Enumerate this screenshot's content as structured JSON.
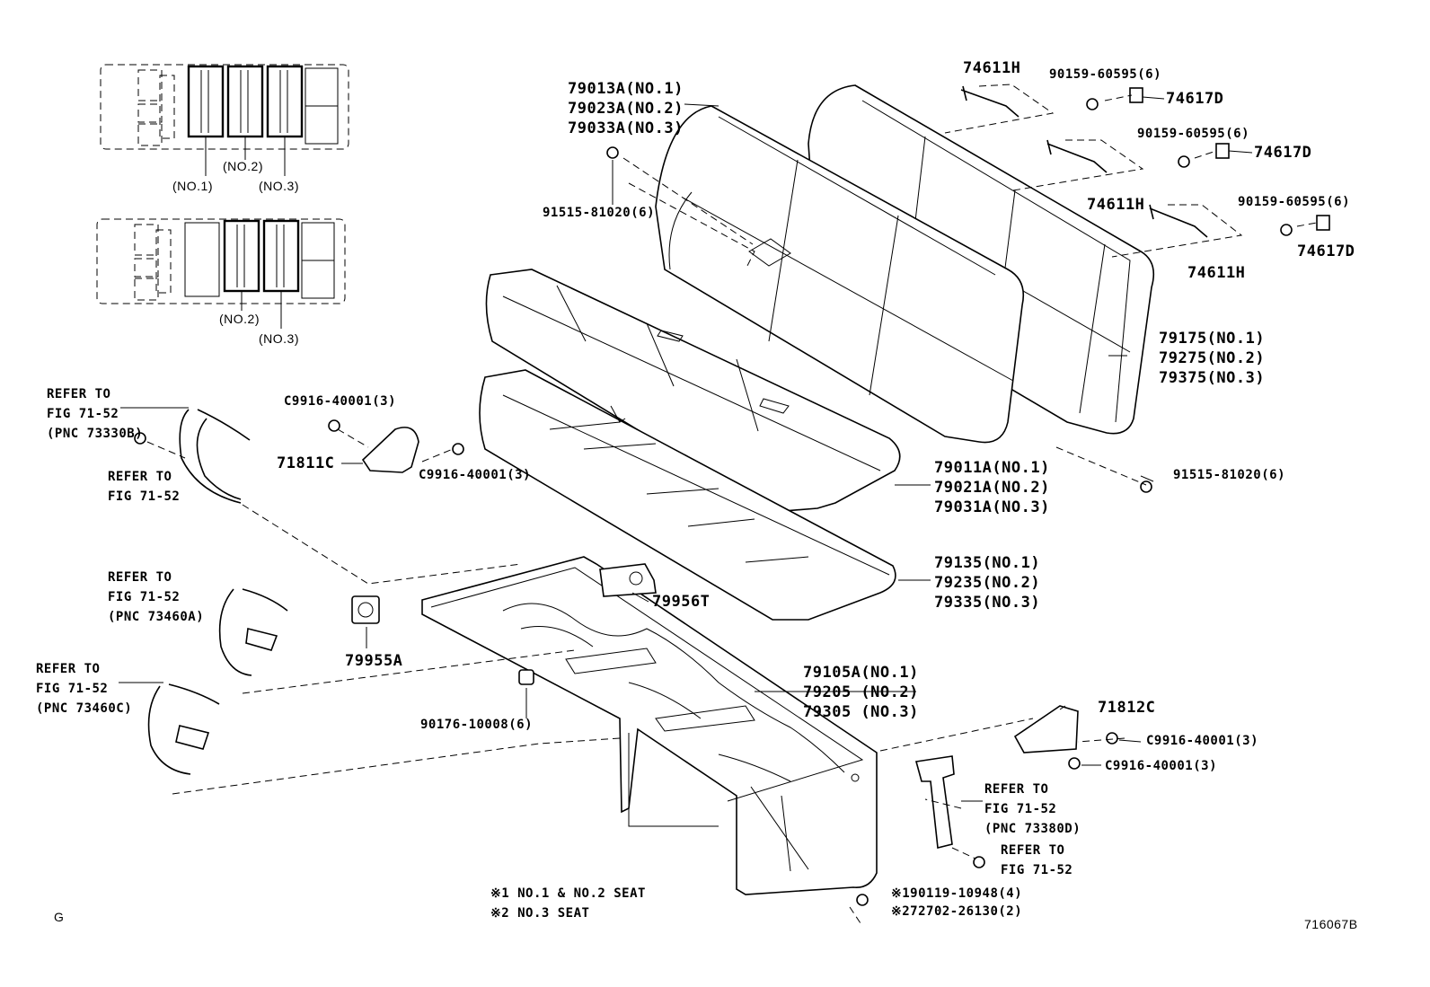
{
  "labels": {
    "cfg1_no1": "(NO.1)",
    "cfg1_no2": "(NO.2)",
    "cfg1_no3": "(NO.3)",
    "cfg2_no2": "(NO.2)",
    "cfg2_no3": "(NO.3)",
    "back_a": [
      "79013A(NO.1)",
      "79023A(NO.2)",
      "79033A(NO.3)"
    ],
    "bolt_91515_left": "91515-81020(6)",
    "p74611h_1": "74611H",
    "p74611h_2": "74611H",
    "p74611h_3": "74611H",
    "p90159_1": "90159-60595(6)",
    "p90159_2": "90159-60595(6)",
    "p90159_3": "90159-60595(6)",
    "p74617d_1": "74617D",
    "p74617d_2": "74617D",
    "p74617d_3": "74617D",
    "back_cover": [
      "79175(NO.1)",
      "79275(NO.2)",
      "79375(NO.3)"
    ],
    "bolt_91515_right": "91515-81020(6)",
    "cushion_a": [
      "79011A(NO.1)",
      "79021A(NO.2)",
      "79031A(NO.3)"
    ],
    "cushion_cover": [
      "79135(NO.1)",
      "79235(NO.2)",
      "79335(NO.3)"
    ],
    "frame": [
      "79105A(NO.1)",
      "79205 (NO.2)",
      "79305 (NO.3)"
    ],
    "p79956t": "79956T",
    "p79955a": "79955A",
    "p90176": "90176-10008(6)",
    "p71811c": "71811C",
    "c9916_a": "C9916-40001(3)",
    "c9916_b": "C9916-40001(3)",
    "p71812c": "71812C",
    "c9916_c": "C9916-40001(3)",
    "c9916_d": "C9916-40001(3)",
    "refer_1": [
      "REFER TO",
      "FIG 71-52",
      "(PNC 73330B)"
    ],
    "refer_2": [
      "REFER TO",
      "FIG 71-52"
    ],
    "refer_3": [
      "REFER TO",
      "FIG 71-52",
      "(PNC 73460A)"
    ],
    "refer_4": [
      "REFER TO",
      "FIG 71-52",
      "(PNC 73460C)"
    ],
    "refer_5": [
      "REFER TO",
      "FIG 71-52",
      "(PNC 73380D)"
    ],
    "refer_6": [
      "REFER TO",
      "FIG 71-52"
    ],
    "p90119": "※190119-10948(4)",
    "p72702": "※272702-26130(2)",
    "note_1": "※1 NO.1 & NO.2 SEAT",
    "note_2": "※2 NO.3 SEAT",
    "corner_g": "G",
    "fig_id": "716067B"
  }
}
